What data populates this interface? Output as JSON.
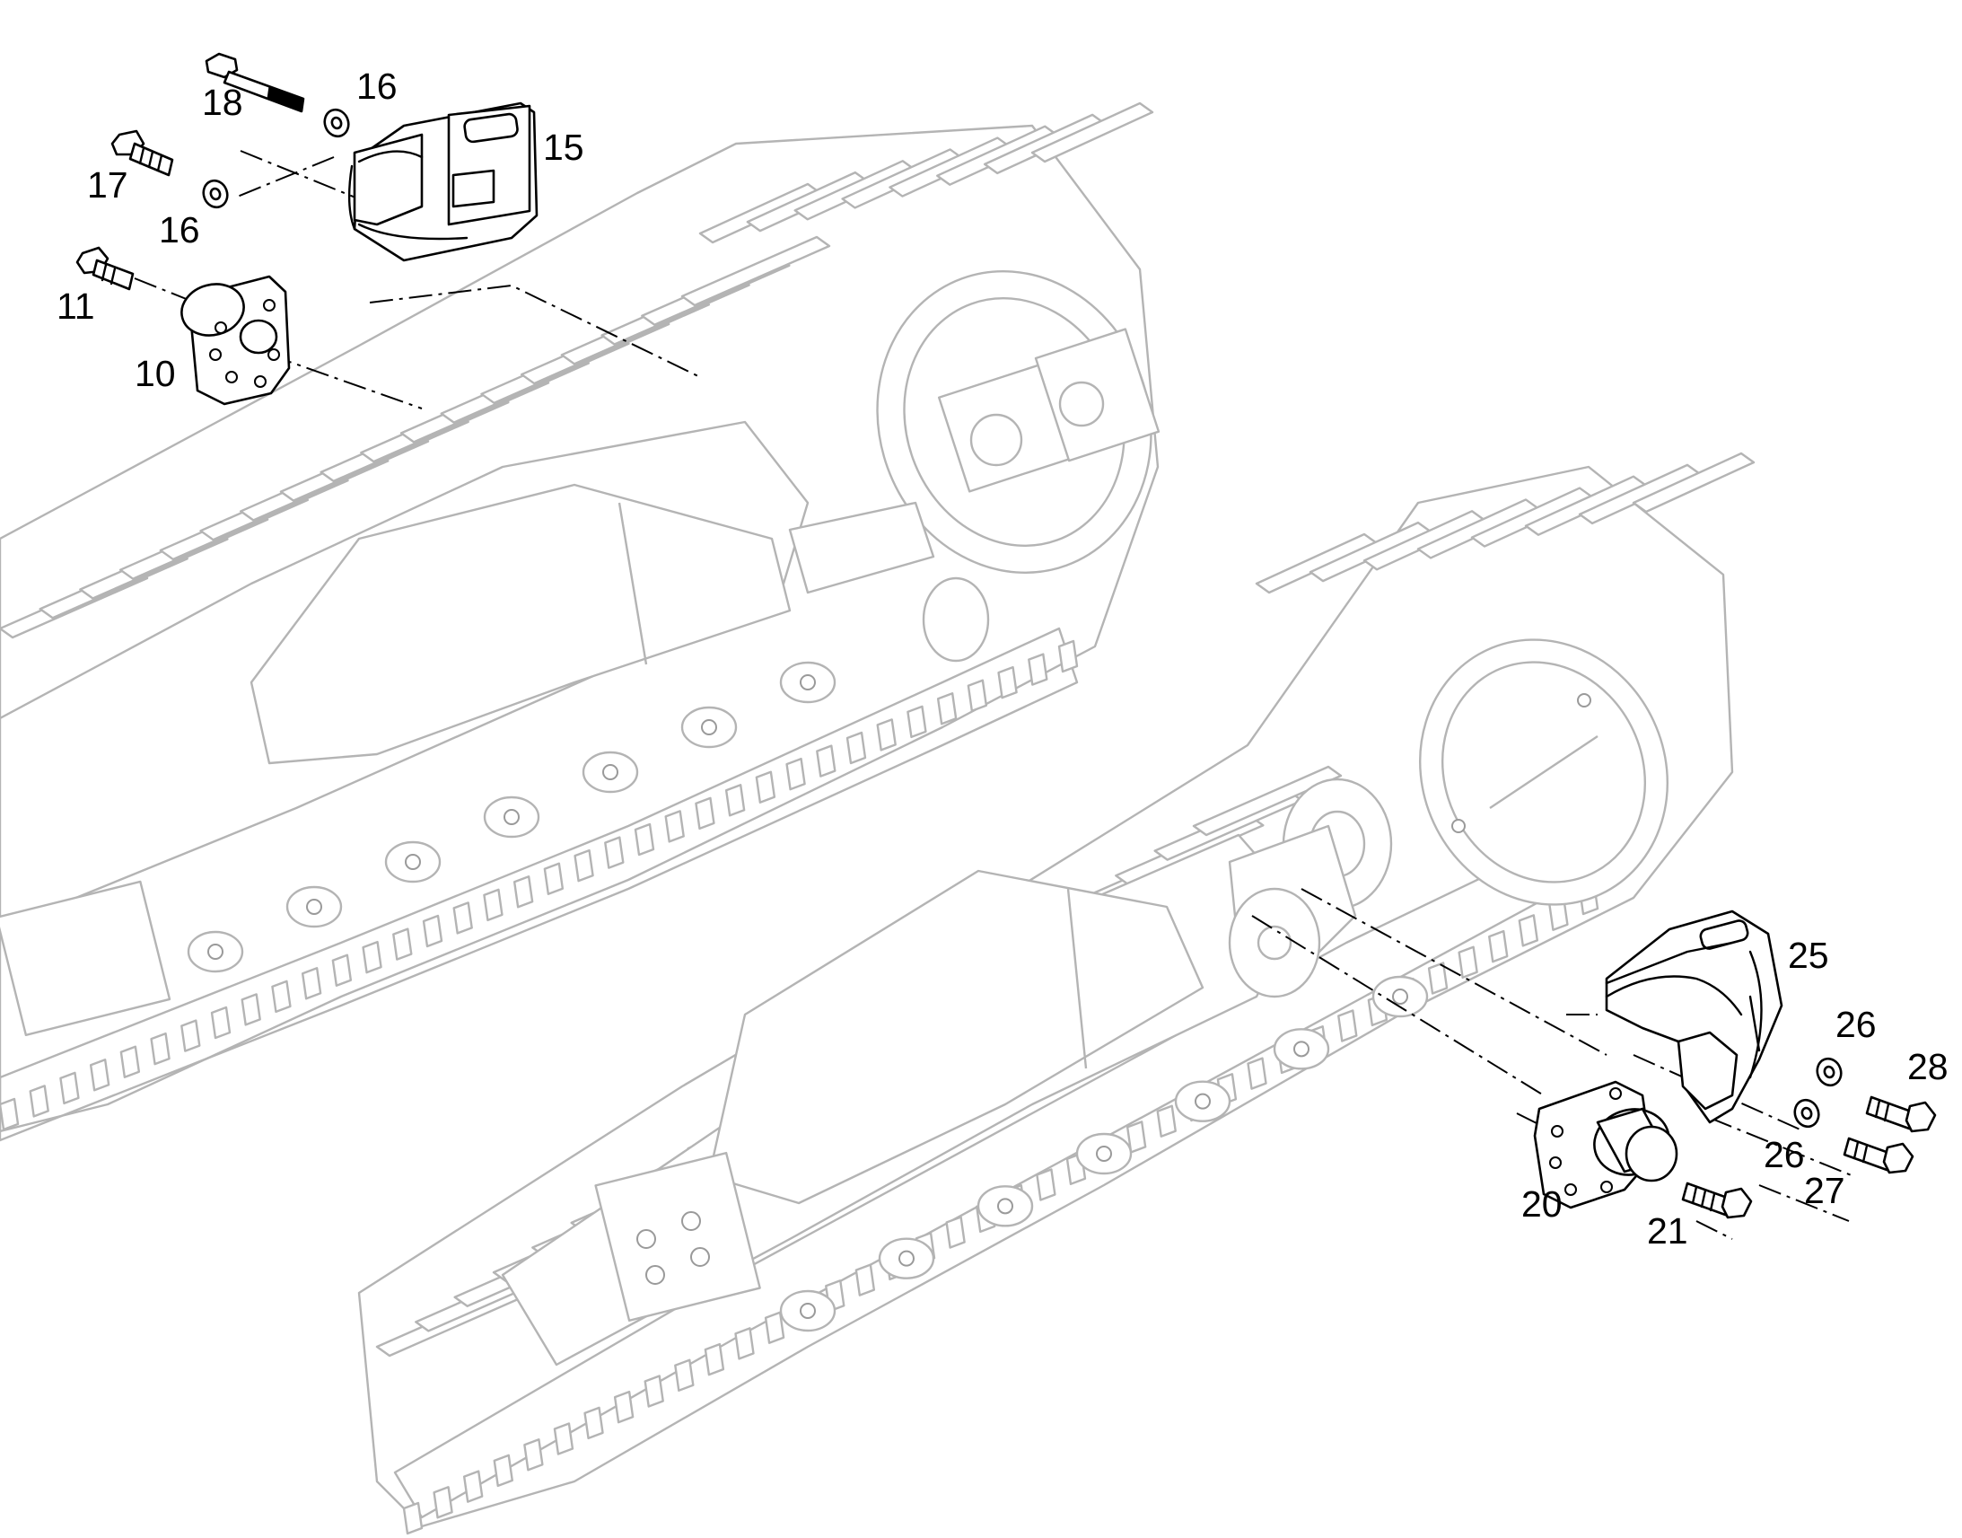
{
  "callouts": {
    "c18": "18",
    "c16a": "16",
    "c15": "15",
    "c17": "17",
    "c16b": "16",
    "c11": "11",
    "c10": "10",
    "c25": "25",
    "c26a": "26",
    "c28": "28",
    "c26b": "26",
    "c27": "27",
    "c20": "20",
    "c21": "21"
  },
  "colors": {
    "ink": "#000000",
    "ghost": "#b4b4b4",
    "background": "#ffffff"
  }
}
